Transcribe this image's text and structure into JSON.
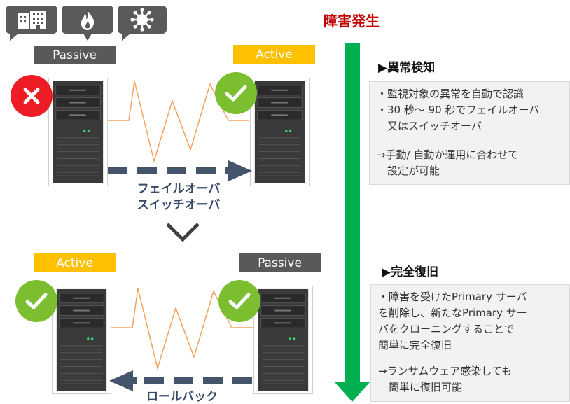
{
  "header": {
    "title": "障害発生"
  },
  "top_icons": [
    {
      "icon": "building-icon"
    },
    {
      "icon": "fire-icon"
    },
    {
      "icon": "virus-icon"
    }
  ],
  "top_section": {
    "left_role": "Passive",
    "right_role": "Active",
    "left_status": "error-icon",
    "right_status": "check-icon",
    "caption_line1": "フェイルオーバ",
    "caption_line2": "スイッチオーバ"
  },
  "bottom_section": {
    "left_role": "Active",
    "right_role": "Passive",
    "left_status": "check-icon",
    "right_status": "check-icon",
    "caption": "ロールバック"
  },
  "detection": {
    "heading": "▶異常検知",
    "lines": [
      "・監視対象の異常を自動で認識",
      "・30 秒～ 90 秒でフェイルオーバ",
      "　又はスイッチオーバ"
    ],
    "note_lines": [
      "→手動/ 自動か運用に合わせて",
      "　設定が可能"
    ]
  },
  "recovery": {
    "heading": "▶完全復旧",
    "lines": [
      "・障害を受けたPrimary サーバ",
      "を削除し、新たなPrimary サー",
      "バをクローニングすることで",
      "簡単に完全復旧"
    ],
    "note_lines": [
      "→ランサムウェア感染しても",
      "　簡単に復旧可能"
    ]
  },
  "colors": {
    "active": "#ffc000",
    "passive": "#595959",
    "ok": "#7bbf30",
    "error": "#ee1c25",
    "flow_arrow": "#00b050",
    "heartbeat": "#f4a261",
    "dash_arrow": "#44546a",
    "title_red": "#c00000"
  }
}
